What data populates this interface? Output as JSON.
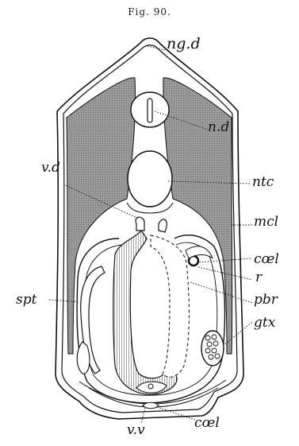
{
  "figure": {
    "title": "Fig. 90.",
    "labels": {
      "ng_d": "ng.d",
      "n_d": "n.d",
      "ntc": "ntc",
      "v_d": "v.d",
      "mcl": "mcl",
      "coel_upper": "cœl",
      "r": "r",
      "spt": "spt",
      "pbr": "pbr",
      "gtx": "gtx",
      "v_v": "v.v",
      "coel_lower": "cœl"
    }
  }
}
